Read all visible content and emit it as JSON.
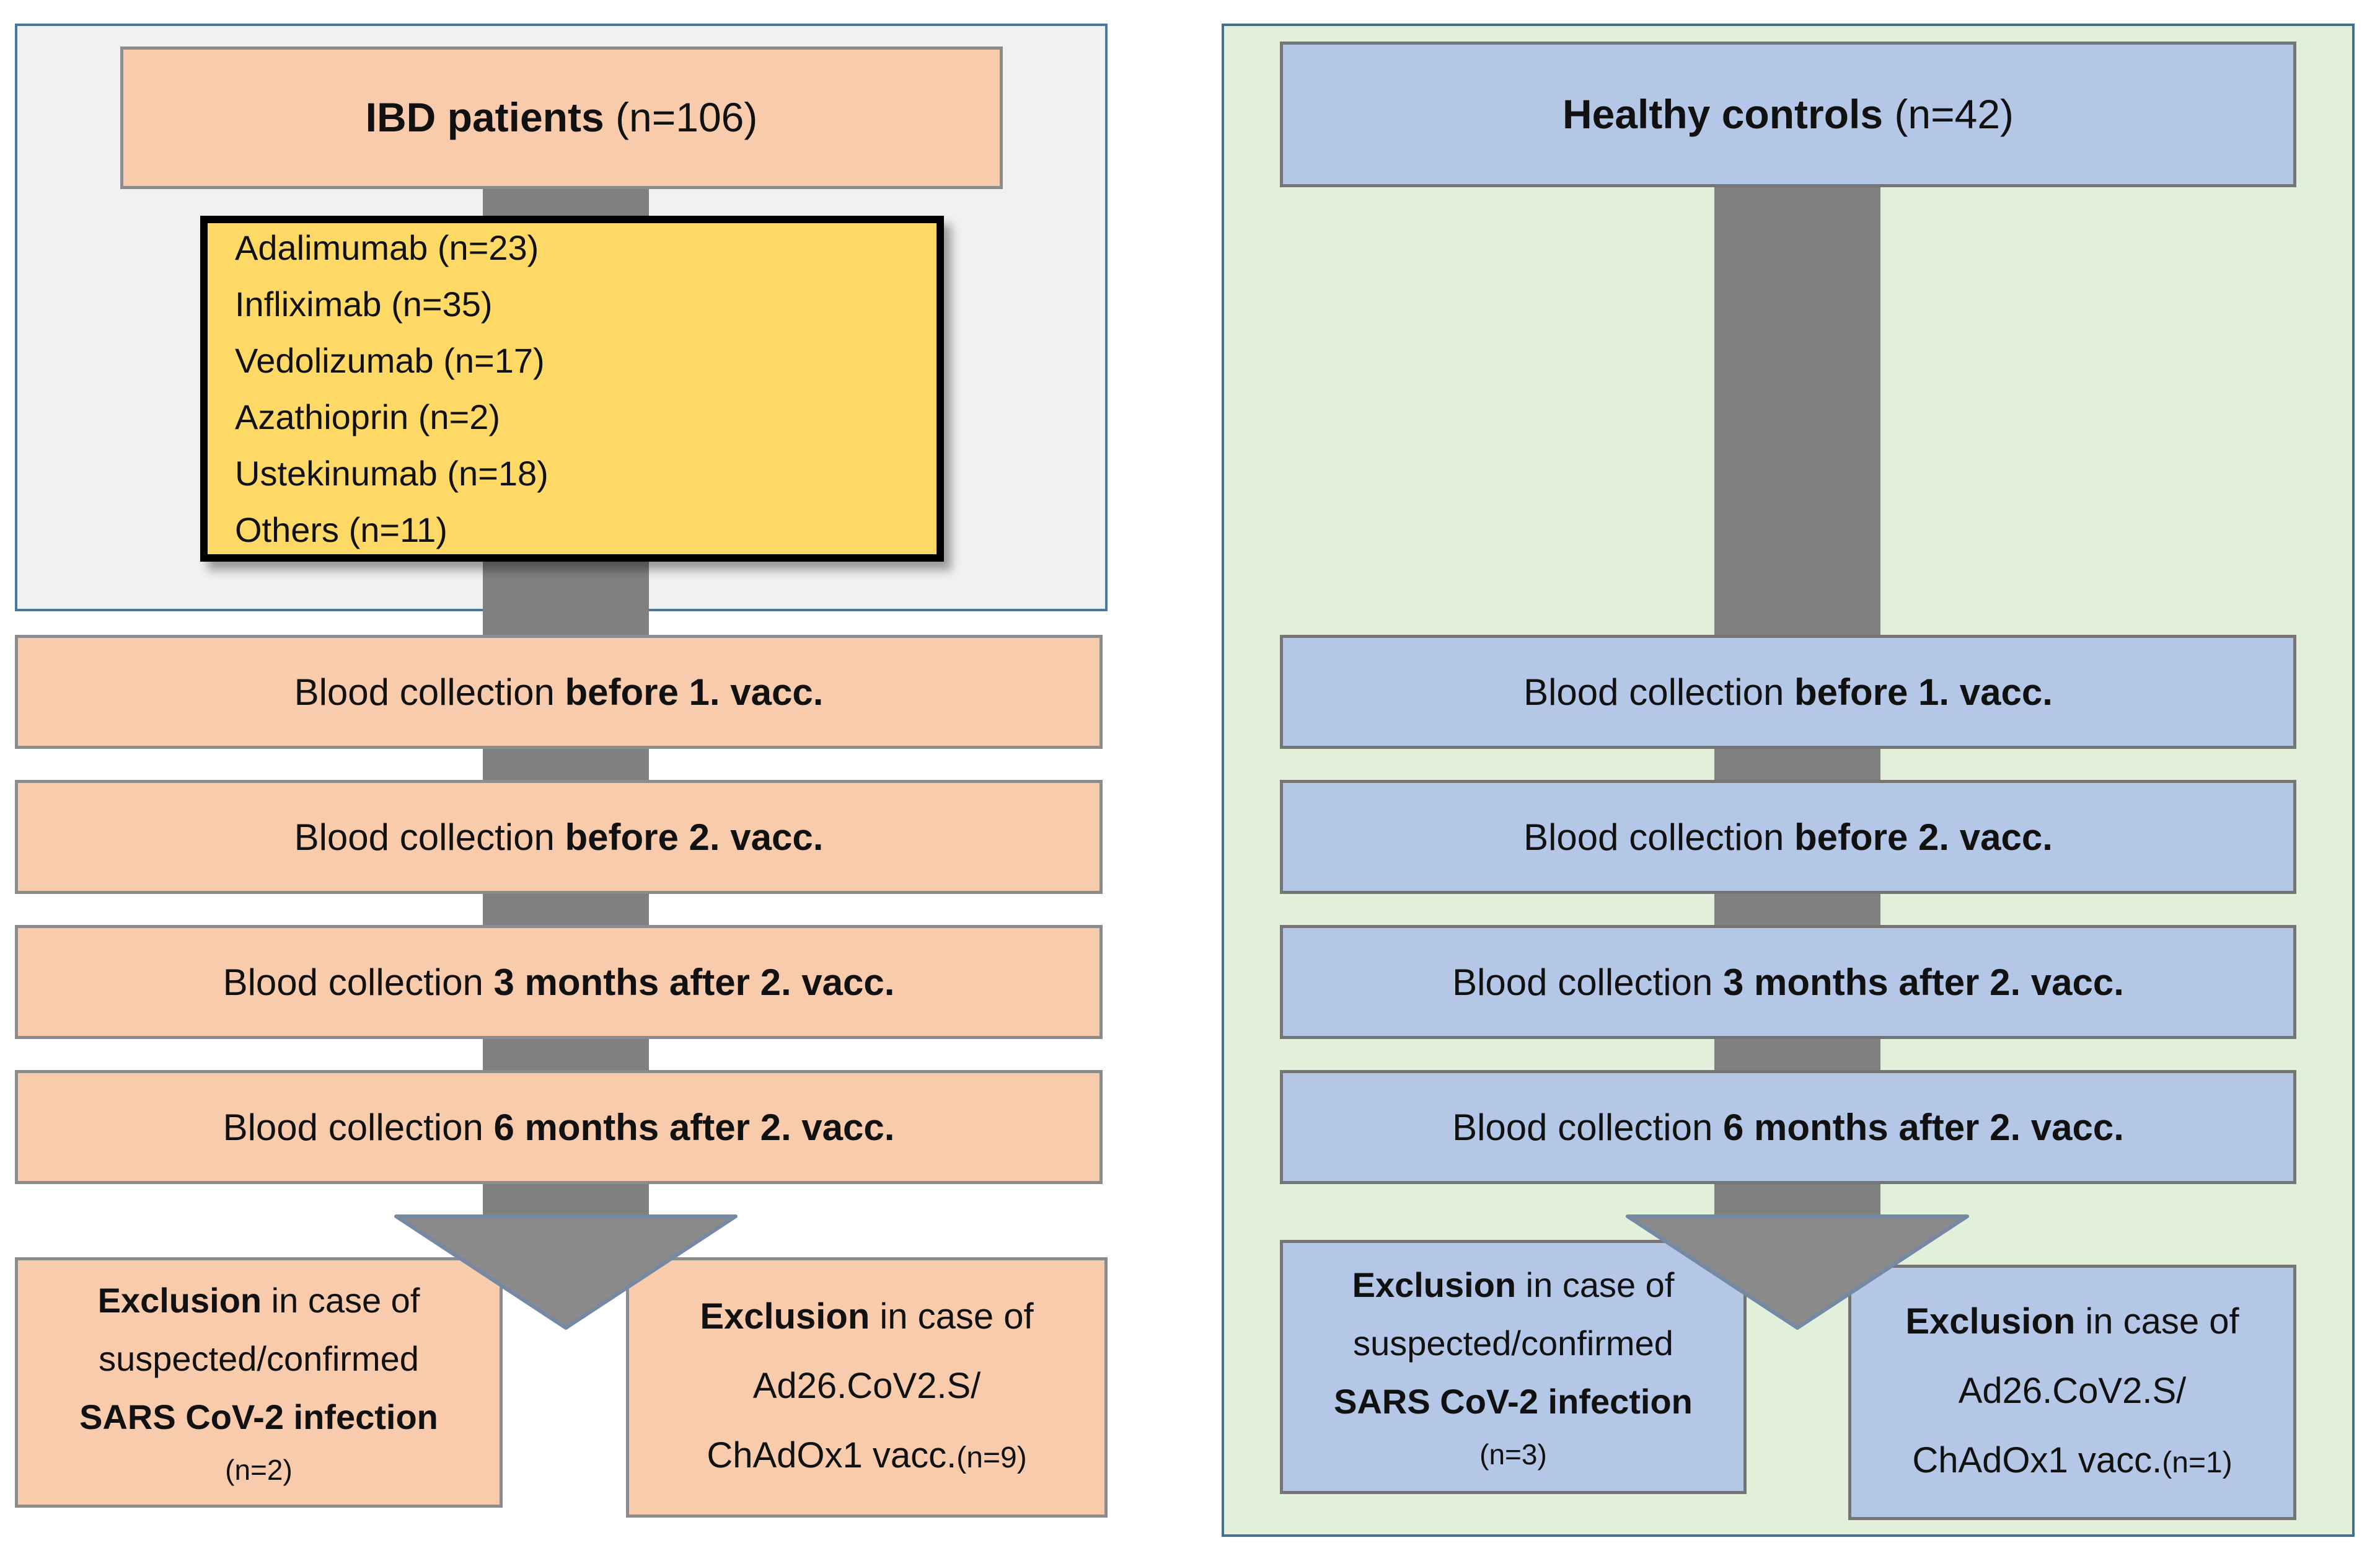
{
  "colors": {
    "ibd_box_fill": "#F8CBAD",
    "control_box_fill": "#B4C7E7",
    "medication_box_fill": "#FFD965",
    "medication_box_border": "#000000",
    "left_panel_fill": "#F0F1F2",
    "right_panel_fill": "#E2EFDA",
    "panel_border_blue": "#4A789E",
    "box_border_gray": "#7F7F7F",
    "arrow_gray": "#808080",
    "arrow_outline": "#7589A4",
    "text": "#111111"
  },
  "left_panel": {
    "header": {
      "bold": "IBD patients",
      "rest": " (n=106)"
    },
    "medications": [
      "Adalimumab (n=23)",
      "Infliximab (n=35)",
      "Vedolizumab (n=17)",
      "Azathioprin (n=2)",
      "Ustekinumab (n=18)",
      "Others (n=11)"
    ],
    "rows": [
      {
        "pre": "Blood collection ",
        "bold": "before 1. vacc."
      },
      {
        "pre": "Blood collection ",
        "bold": "before 2. vacc."
      },
      {
        "pre": "Blood collection ",
        "bold": "3 months after 2. vacc."
      },
      {
        "pre": "Blood collection ",
        "bold": "6 months after 2. vacc."
      }
    ],
    "exclusion_infection": {
      "bold": "Exclusion",
      "rest": " in case of",
      "line2": "suspected/confirmed",
      "line3": "SARS CoV-2 infection",
      "n": "(n=2)"
    },
    "exclusion_vaccine": {
      "bold": "Exclusion",
      "rest": " in case of",
      "line2": "Ad26.CoV2.S/",
      "line3": "ChAdOx1 vacc.",
      "n": "(n=9)"
    }
  },
  "right_panel": {
    "header": {
      "bold": "Healthy controls",
      "rest": " (n=42)"
    },
    "rows": [
      {
        "pre": "Blood collection ",
        "bold": "before 1. vacc."
      },
      {
        "pre": "Blood collection ",
        "bold": "before 2. vacc."
      },
      {
        "pre": "Blood collection ",
        "bold": "3 months after 2. vacc."
      },
      {
        "pre": "Blood collection ",
        "bold": "6 months after 2. vacc."
      }
    ],
    "exclusion_infection": {
      "bold": "Exclusion",
      "rest": " in case of",
      "line2": "suspected/confirmed",
      "line3": "SARS CoV-2 infection",
      "n": "(n=3)"
    },
    "exclusion_vaccine": {
      "bold": "Exclusion",
      "rest": " in case of",
      "line2": "Ad26.CoV2.S/",
      "line3": "ChAdOx1 vacc.",
      "n": "(n=1)"
    }
  }
}
